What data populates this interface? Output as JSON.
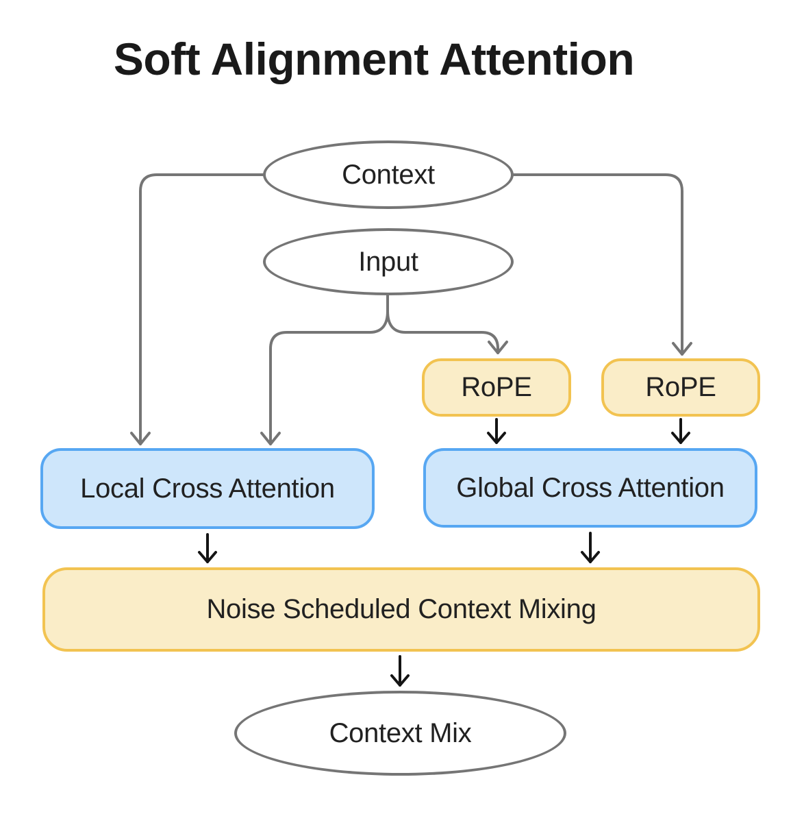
{
  "title": "Soft Alignment Attention",
  "nodes": {
    "context": {
      "label": "Context",
      "shape": "ellipse"
    },
    "input": {
      "label": "Input",
      "shape": "ellipse"
    },
    "rope_left": {
      "label": "RoPE",
      "shape": "rounded-rect"
    },
    "rope_right": {
      "label": "RoPE",
      "shape": "rounded-rect"
    },
    "local_cross_attention": {
      "label": "Local Cross Attention",
      "shape": "rounded-rect"
    },
    "global_cross_attention": {
      "label": "Global Cross Attention",
      "shape": "rounded-rect"
    },
    "noise_scheduled_context_mixing": {
      "label": "Noise Scheduled Context Mixing",
      "shape": "rounded-rect"
    },
    "context_mix": {
      "label": "Context Mix",
      "shape": "ellipse"
    }
  },
  "edges": [
    {
      "from": "context",
      "to": "local_cross_attention",
      "color": "gray",
      "arrow": "chevron"
    },
    {
      "from": "context",
      "to": "rope_right",
      "color": "gray",
      "arrow": "chevron"
    },
    {
      "from": "input",
      "to": "local_cross_attention",
      "color": "gray",
      "arrow": "chevron"
    },
    {
      "from": "input",
      "to": "rope_left",
      "color": "gray",
      "arrow": "chevron"
    },
    {
      "from": "rope_left",
      "to": "global_cross_attention",
      "color": "black",
      "arrow": "chevron"
    },
    {
      "from": "rope_right",
      "to": "global_cross_attention",
      "color": "black",
      "arrow": "chevron"
    },
    {
      "from": "local_cross_attention",
      "to": "noise_scheduled_context_mixing",
      "color": "black",
      "arrow": "chevron"
    },
    {
      "from": "global_cross_attention",
      "to": "noise_scheduled_context_mixing",
      "color": "black",
      "arrow": "chevron"
    },
    {
      "from": "noise_scheduled_context_mixing",
      "to": "context_mix",
      "color": "black",
      "arrow": "chevron"
    }
  ],
  "colors": {
    "background": "#ffffff",
    "edge_gray": "#757575",
    "edge_black": "#141414",
    "ellipse_fill": "#ffffff",
    "ellipse_border": "#757575",
    "yellow_fill": "#faedc8",
    "yellow_border": "#f2c351",
    "blue_fill": "#cee6fb",
    "blue_border": "#57a7f2",
    "text": "#212121"
  }
}
